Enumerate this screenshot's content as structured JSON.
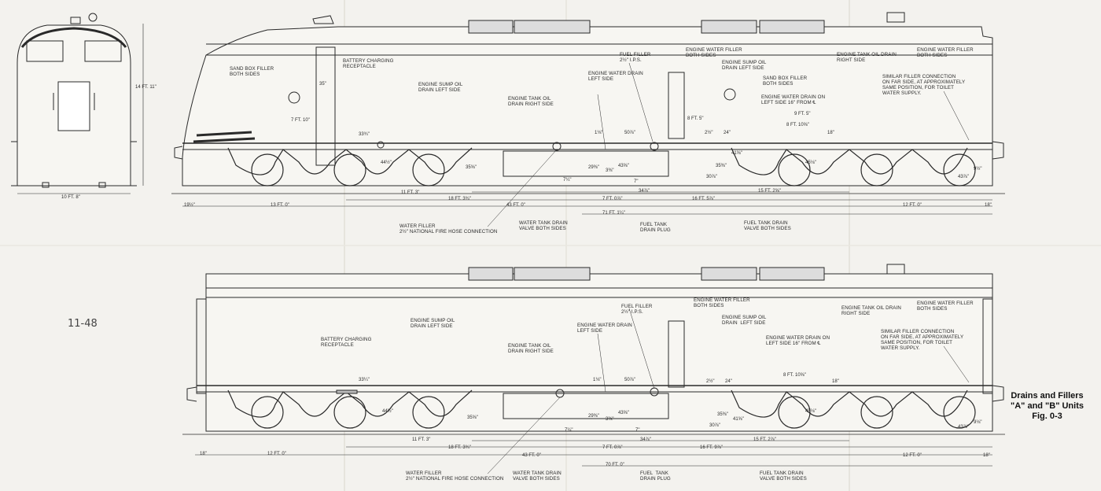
{
  "margin_note": "11-48",
  "caption": {
    "line1": "Drains and Fillers",
    "line2": "\"A\" and \"B\" Units",
    "line3": "Fig. 0-3"
  },
  "end_view": {
    "height": "14 FT. 11\"",
    "width": "10 FT. 8\""
  },
  "unit_a": {
    "labels": {
      "sand_box_filler": "SAND BOX FILLER\nBOTH SIDES",
      "battery_receptacle": "BATTERY CHARGING\nRECEPTACLE",
      "engine_sump_oil": "ENGINE SUMP OIL\nDRAIN LEFT SIDE",
      "engine_tank_oil": "ENGINE TANK OIL\nDRAIN RIGHT SIDE",
      "engine_water_drain": "ENGINE WATER DRAIN\nLEFT SIDE",
      "fuel_filler": "FUEL FILLER\n2½\" I.P.S.",
      "engine_water_filler_mid": "ENGINE WATER FILLER\nBOTH SIDES",
      "engine_sump_oil_2": "ENGINE SUMP OIL\nDRAIN LEFT SIDE",
      "sand_box_filler_2": "SAND BOX FILLER\nBOTH SIDES",
      "engine_water_drain_on": "ENGINE WATER DRAIN ON\nLEFT SIDE 16\" FROM ℄",
      "engine_tank_oil_2": "ENGINE TANK OIL DRAIN\nRIGHT SIDE",
      "engine_water_filler_end": "ENGINE WATER FILLER\nBOTH SIDES",
      "similar_filler": "SIMILAR FILLER CONNECTION\nON FAR SIDE, AT APPROXIMATELY\nSAME POSITION, FOR TOILET\nWATER SUPPLY.",
      "water_filler": "WATER FILLER\n2½\" NATIONAL FIRE HOSE CONNECTION",
      "water_tank_drain": "WATER TANK DRAIN\nVALVE BOTH SIDES",
      "fuel_tank_drain_plug": "FUEL TANK\nDRAIN PLUG",
      "fuel_tank_drain": "FUEL TANK DRAIN\nVALVE BOTH SIDES"
    },
    "dims": {
      "d35": "35\"",
      "d7ft10": "7 FT. 10\"",
      "d33": "33¾\"",
      "d44": "44½\"",
      "d35b": "35⅝\"",
      "d11ft3": "11 FT. 3\"",
      "d18ft3": "18 FT. 3¾\"",
      "d13ft": "13 FT. 0\"",
      "d19": "19½\"",
      "d43ft": "43 FT. 0\"",
      "d71ft": "71 FT. 1¼\"",
      "d7ft0": "7 FT. 0⅞\"",
      "d16ft": "16 FT. 5⅞\"",
      "d15ft": "15 FT. 2⅝\"",
      "d12ft": "12 FT. 0\"",
      "d18end": "18\"",
      "d9ft5": "9 FT. 5\"",
      "d8ft10": "8 FT. 10⅝\"",
      "d8ft5": "8 FT. 5\"",
      "d24": "24\"",
      "d18b": "18\"",
      "d50": "50⅞\"",
      "d14": "1⅛\"",
      "d29": "29⅜\"",
      "d36": "3⅜\"",
      "d43": "43⅝\"",
      "d7": "7\"",
      "d34": "34⅞\"",
      "d74": "7¼\"",
      "d30": "30⅞\"",
      "d35c": "35⅜\"",
      "d41": "41⅝\"",
      "d45": "45⅛\"",
      "d9": "9½\"",
      "d43b": "43⅞\"",
      "d22": "2½\""
    }
  },
  "unit_b": {
    "labels": {
      "battery_receptacle": "BATTERY CHARGING\nRECEPTACLE",
      "engine_sump_oil": "ENGINE SUMP OIL\nDRAIN LEFT SIDE",
      "engine_tank_oil": "ENGINE TANK OIL\nDRAIN RIGHT SIDE",
      "engine_water_drain": "ENGINE WATER DRAIN\nLEFT SIDE",
      "fuel_filler": "FUEL FILLER\n2½\" I.P.S.",
      "engine_water_filler_mid": "ENGINE WATER FILLER\nBOTH SIDES",
      "engine_sump_oil_2": "ENGINE SUMP OIL\nDRAIN  LEFT SIDE",
      "engine_water_drain_on": "ENGINE WATER DRAIN ON\nLEFT SIDE 16\" FROM ℄",
      "engine_tank_oil_2": "ENGINE TANK OIL DRAIN\nRIGHT SIDE",
      "engine_water_filler_end": "ENGINE WATER FILLER\nBOTH SIDES",
      "similar_filler": "SIMILAR FILLER CONNECTION\nON FAR SIDE, AT APPROXIMATELY\nSAME POSITION, FOR TOILET\nWATER SUPPLY.",
      "water_filler": "WATER FILLER\n2½\" NATIONAL FIRE HOSE CONNECTION",
      "water_tank_drain": "WATER TANK DRAIN\nVALVE BOTH SIDES",
      "fuel_tank_drain_plug": "FUEL  TANK\nDRAIN PLUG",
      "fuel_tank_drain": "FUEL TANK DRAIN\nVALVE BOTH SIDES"
    },
    "dims": {
      "d33": "33¼\"",
      "d44": "44½\"",
      "d35": "35⅝\"",
      "d11ft3": "11 FT. 3\"",
      "d18ft3": "18 FT. 3¾\"",
      "d12ft": "12 FT. 0\"",
      "d18": "18\"",
      "d43ft": "43 FT. 0\"",
      "d70ft": "70 FT. 0\"",
      "d7ft0": "7 FT. 0⅞\"",
      "d16ft": "16 FT. 9⅞\"",
      "d15ft": "15 FT. 2⅞\"",
      "d12ftb": "12 FT. 0\"",
      "d18end": "18\"",
      "d8ft10": "8 FT. 10⅝\"",
      "d24": "24\"",
      "d18b": "18\"",
      "d50": "50⅞\"",
      "d14": "1⅛\"",
      "d29": "29⅜\"",
      "d36": "3⅜\"",
      "d43": "43⅝\"",
      "d7": "7\"",
      "d34": "34⅞\"",
      "d74": "7¼\"",
      "d30": "30⅞\"",
      "d35c": "35⅜\"",
      "d41": "41⅝\"",
      "d45": "45⅛\"",
      "d9": "9⅛\"",
      "d43b": "43⅞\"",
      "d22": "2½\""
    }
  }
}
